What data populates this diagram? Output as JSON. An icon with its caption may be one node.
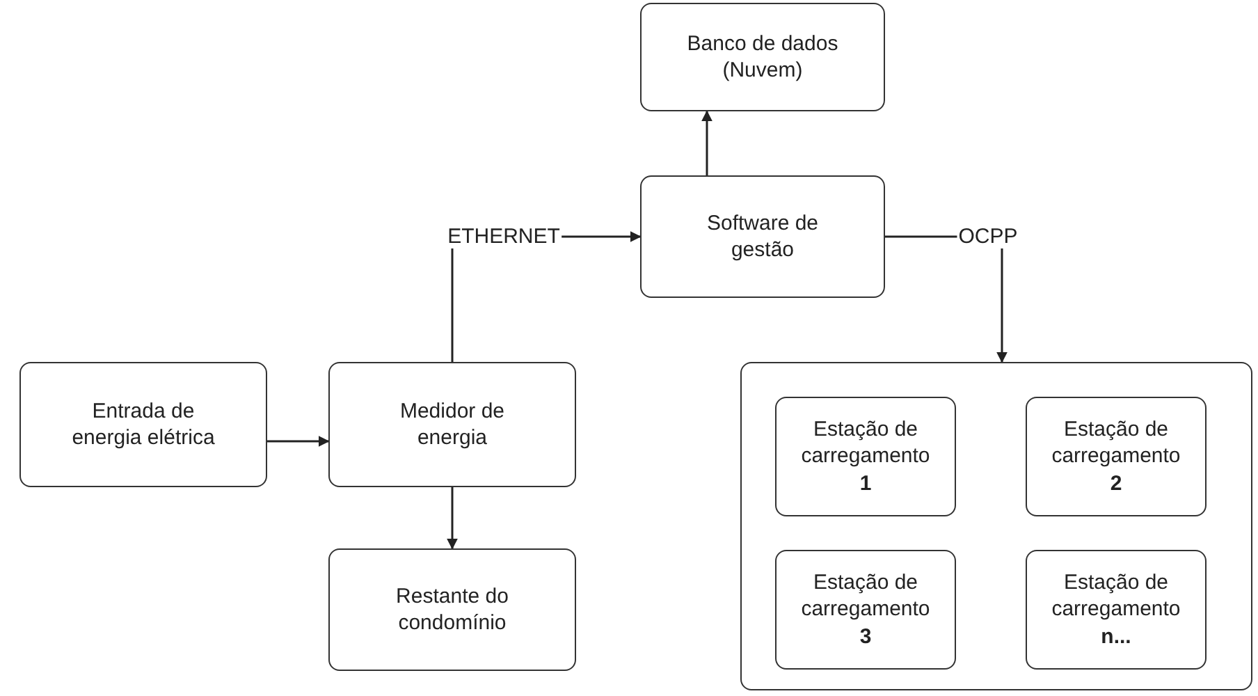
{
  "diagram": {
    "nodes": [
      {
        "text": [
          "Entrada de energia elétrica"
        ]
      },
      {
        "text": [
          "Medidor de energia"
        ]
      },
      {
        "text": [
          "Restante do condomínio"
        ]
      },
      {
        "text": [
          "Software de gestão"
        ]
      },
      {
        "text": [
          "Banco de dados (Nuvem)"
        ]
      },
      {
        "text": [],
        "shape": "box"
      },
      {
        "text": [
          "Estação de carregamento",
          "1"
        ],
        "in": 5
      },
      {
        "text": [
          "Estação de carregamento",
          "2"
        ],
        "in": 5
      },
      {
        "text": [
          "Estação de carregamento",
          "3"
        ],
        "in": 5
      },
      {
        "text": [
          "Estação de carregamento",
          "n..."
        ],
        "in": 5
      }
    ],
    "edges": [
      {
        "from": 0,
        "to": 1,
        "arrow": "to"
      },
      {
        "from": 1,
        "to": 2,
        "arrow": "to"
      },
      {
        "from": 1,
        "to": 3,
        "arrow": "to",
        "label": "ETHERNET"
      },
      {
        "from": 3,
        "to": 4,
        "arrow": "to"
      },
      {
        "from": 3,
        "to": 5,
        "arrow": "to",
        "label": "OCPP"
      }
    ]
  }
}
